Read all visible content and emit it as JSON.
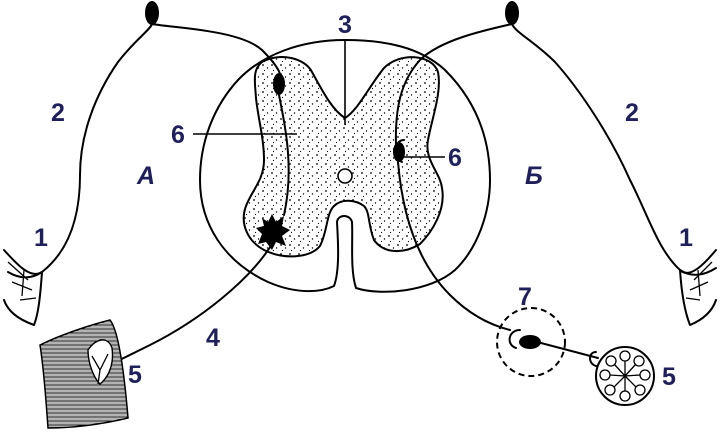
{
  "labels": {
    "n1_left": "1",
    "n1_right": "1",
    "n2_left": "2",
    "n2_right": "2",
    "n3": "3",
    "n4": "4",
    "n5_left": "5",
    "n5_right": "5",
    "n6_left": "6",
    "n6_right": "6",
    "n7": "7",
    "side_a": "А",
    "side_b": "Б"
  },
  "colors": {
    "label": "#1f1f5c",
    "line": "#000000",
    "background": "#ffffff"
  }
}
